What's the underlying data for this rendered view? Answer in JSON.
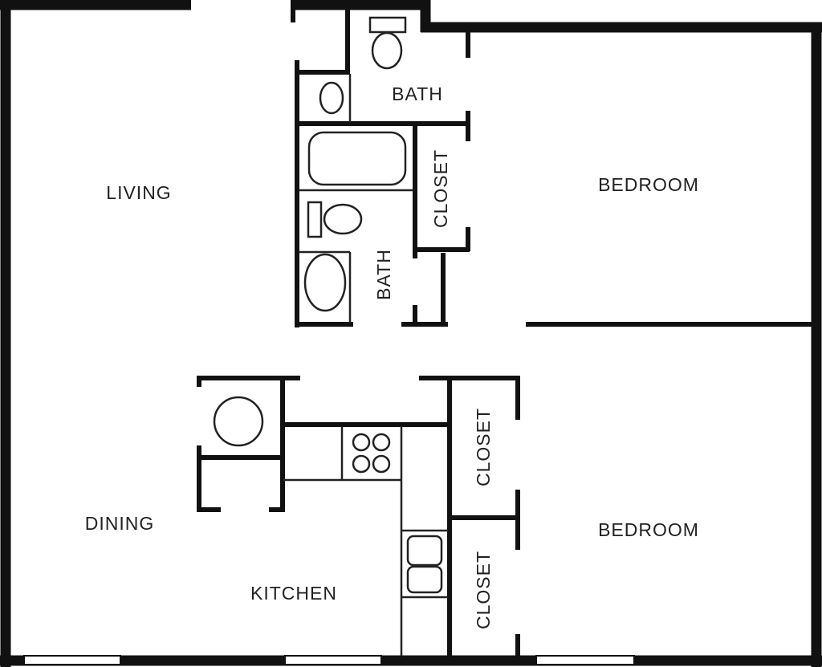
{
  "rooms": {
    "living": "LIVING",
    "bedroom_1": "BEDROOM",
    "bedroom_2": "BEDROOM",
    "bath_1": "BATH",
    "bath_2": "BATH",
    "closet_1": "CLOSET",
    "closet_2": "CLOSET",
    "closet_3": "CLOSET",
    "dining": "DINING",
    "kitchen": "KITCHEN"
  }
}
